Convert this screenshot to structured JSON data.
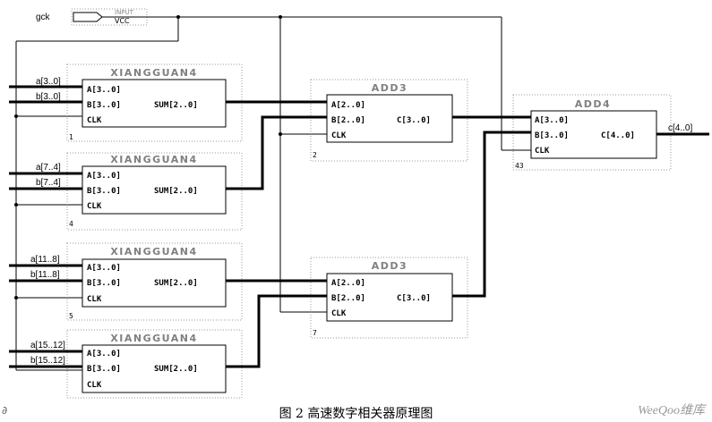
{
  "input_pin": {
    "name": "gck",
    "type_label": "INPUT",
    "vcc_label": "VCC"
  },
  "xiangguan_blocks": [
    {
      "title": "XIANGGUAN4",
      "a_label": "a[3..0]",
      "b_label": "b[3..0]",
      "port_a": "A[3..0]",
      "port_b": "B[3..0]",
      "port_clk": "CLK",
      "port_sum": "SUM[2..0]",
      "instance": "1"
    },
    {
      "title": "XIANGGUAN4",
      "a_label": "a[7..4]",
      "b_label": "b[7..4]",
      "port_a": "A[3..0]",
      "port_b": "B[3..0]",
      "port_clk": "CLK",
      "port_sum": "SUM[2..0]",
      "instance": "4"
    },
    {
      "title": "XIANGGUAN4",
      "a_label": "a[11..8]",
      "b_label": "b[11..8]",
      "port_a": "A[3..0]",
      "port_b": "B[3..0]",
      "port_clk": "CLK",
      "port_sum": "SUM[2..0]",
      "instance": "5"
    },
    {
      "title": "XIANGGUAN4",
      "a_label": "a[15..12]",
      "b_label": "b[15..12]",
      "port_a": "A[3..0]",
      "port_b": "B[3..0]",
      "port_clk": "CLK",
      "port_sum": "SUM[2..0]",
      "instance": ""
    }
  ],
  "add3_blocks": [
    {
      "title": "ADD3",
      "port_a": "A[2..0]",
      "port_b": "B[2..0]",
      "port_clk": "CLK",
      "port_c": "C[3..0]",
      "instance": "2"
    },
    {
      "title": "ADD3",
      "port_a": "A[2..0]",
      "port_b": "B[2..0]",
      "port_clk": "CLK",
      "port_c": "C[3..0]",
      "instance": "7"
    }
  ],
  "add4_block": {
    "title": "ADD4",
    "port_a": "A[3..0]",
    "port_b": "B[3..0]",
    "port_clk": "CLK",
    "port_c": "C[4..0]",
    "instance": "43",
    "output_label": "c[4..0]"
  },
  "caption": "图 2    高速数字相关器原理图",
  "watermark": "WeeQoo维库",
  "corner_logo": "∂"
}
